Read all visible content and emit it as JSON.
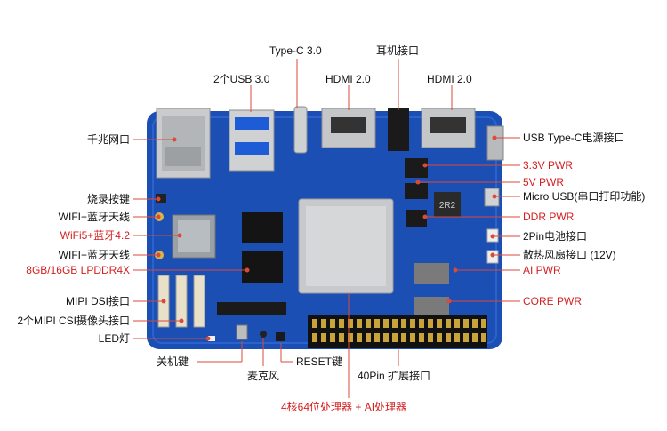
{
  "colors": {
    "board": "#1c4fb4",
    "label": "#111111",
    "highlight": "#d42020",
    "leader": "#d84a3a"
  },
  "labels": {
    "typec30": "Type-C 3.0",
    "earphone": "耳机接口",
    "usb30": "2个USB 3.0",
    "hdmi_a": "HDMI 2.0",
    "hdmi_b": "HDMI 2.0",
    "ethernet": "千兆网口",
    "burn_key": "烧录按键",
    "wifi_bt_1": "WIFI+蓝牙天线",
    "wifi5_bt42": "WiFi5+蓝牙4.2",
    "wifi_bt_2": "WIFI+蓝牙天线",
    "lpddr4x": "8GB/16GB LPDDR4X",
    "mipi_dsi": "MIPI DSI接口",
    "mipi_csi": "2个MIPI CSI摄像头接口",
    "led": "LED灯",
    "power_key": "关机键",
    "mic": "麦克风",
    "reset_key": "RESET键",
    "gpio40": "40Pin 扩展接口",
    "cpu": "4核64位处理器 + AI处理器",
    "usbc_power": "USB Type-C电源接口",
    "pwr33": "3.3V PWR",
    "pwr5": "5V PWR",
    "micro_usb": "Micro USB(串口打印功能)",
    "ddr_pwr": "DDR PWR",
    "battery": "2Pin电池接口",
    "fan": "散热风扇接口 (12V)",
    "ai_pwr": "AI PWR",
    "core_pwr": "CORE PWR"
  },
  "chip_marks": {
    "inductor": "2R2"
  }
}
